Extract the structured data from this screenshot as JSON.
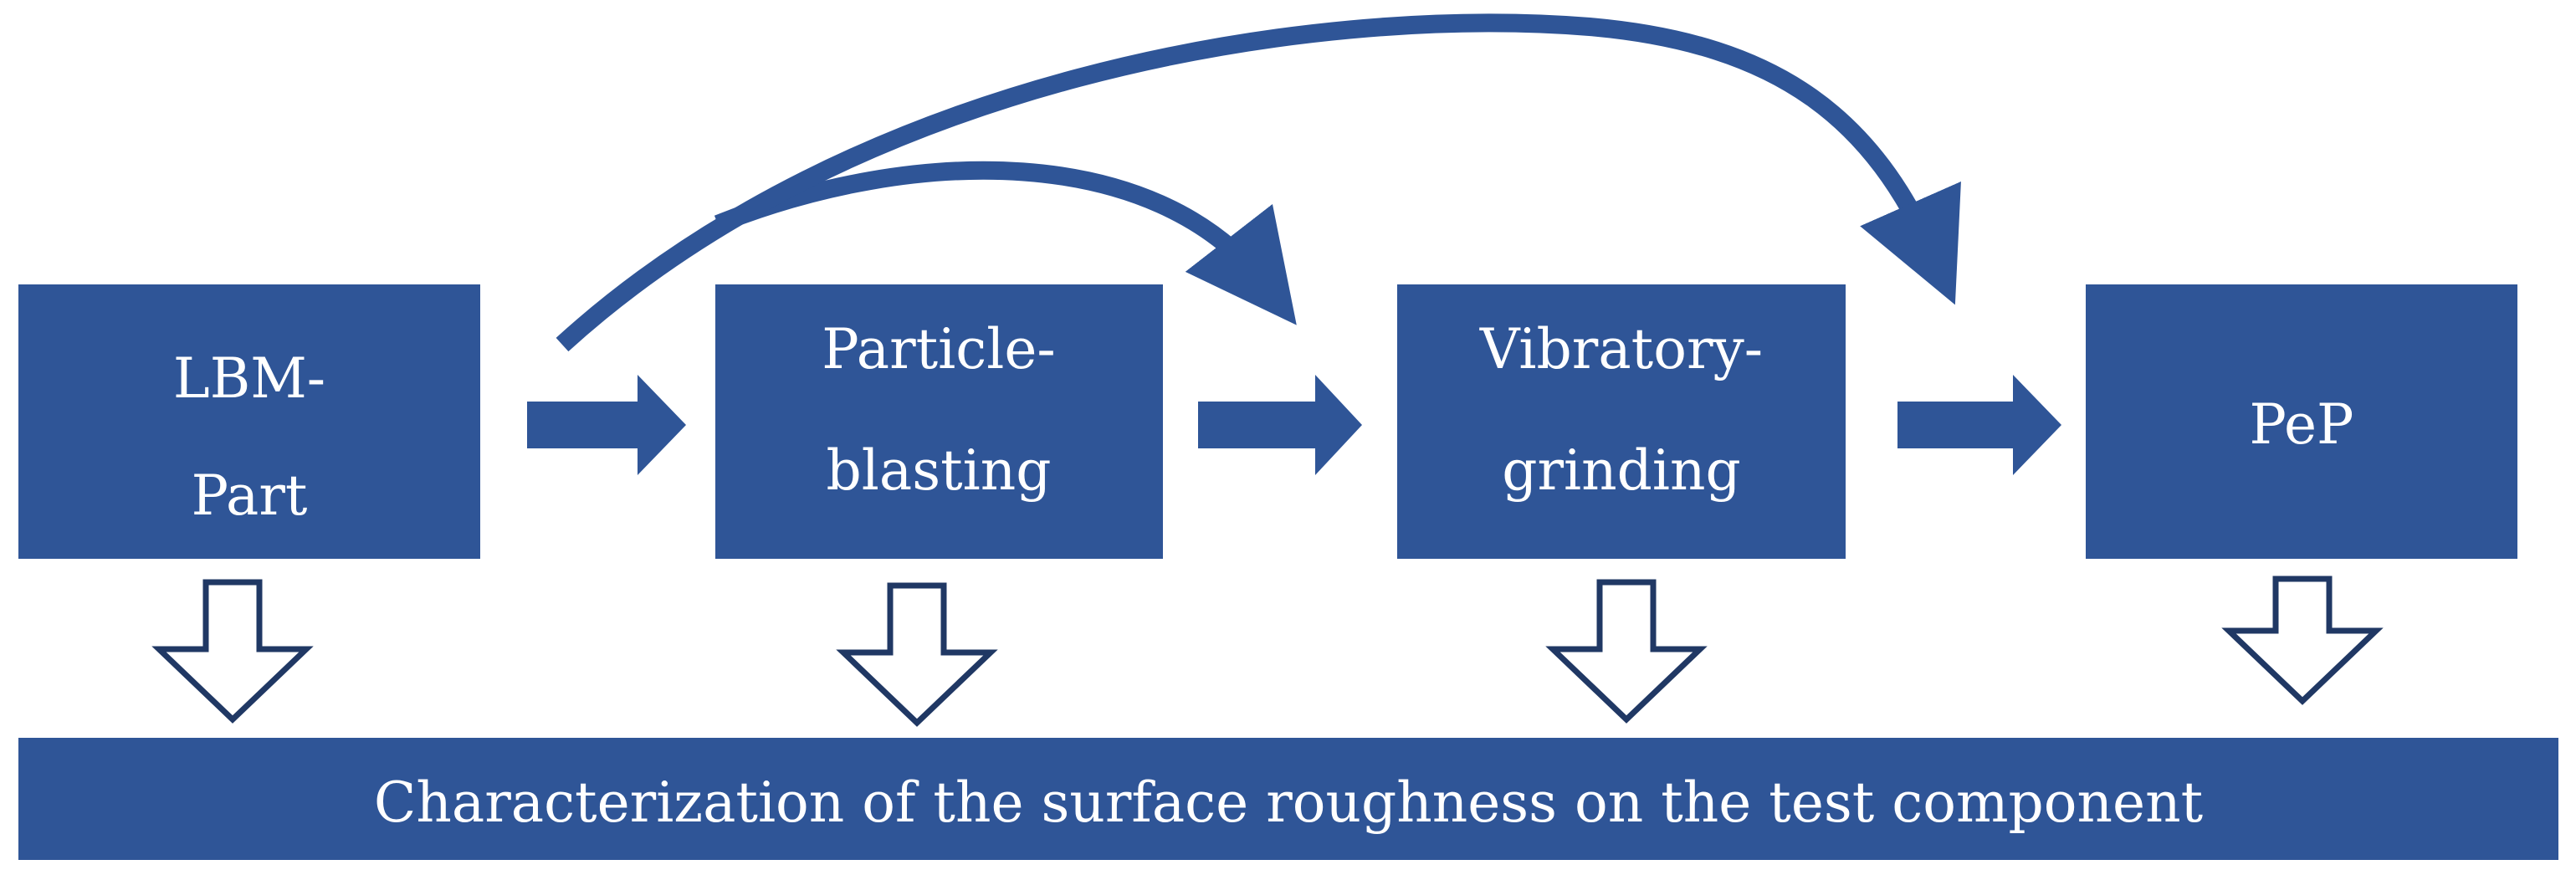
{
  "colors": {
    "fill": "#2f5597",
    "outline": "#203864",
    "background": "#ffffff",
    "text": "#ffffff"
  },
  "steps": [
    {
      "line1": "LBM-",
      "line2": "Part"
    },
    {
      "line1": "Particle-",
      "line2": "blasting"
    },
    {
      "line1": "Vibratory-",
      "line2": "grinding"
    },
    {
      "line1": "PeP",
      "line2": ""
    }
  ],
  "bottom_bar": {
    "label": "Characterization of the surface roughness on the test component"
  }
}
